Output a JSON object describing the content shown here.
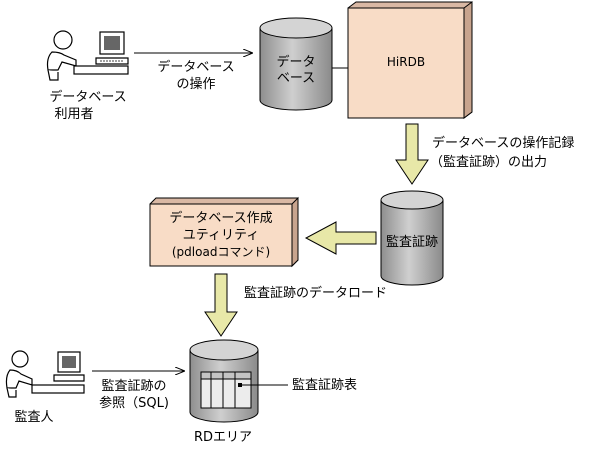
{
  "actors": {
    "db_user_line1": "データベース",
    "db_user_line2": "利用者",
    "auditor": "監査人"
  },
  "database": {
    "line1": "データ",
    "line2": "ベース"
  },
  "hirdb": "HiRDB",
  "arrows": {
    "db_operation_line1": "データベース",
    "db_operation_line2": "の操作",
    "audit_output_line1": "データベースの操作記録",
    "audit_output_line2": "（監査証跡）の出力",
    "audit_load": "監査証跡のデータロード",
    "audit_ref_line1": "監査証跡の",
    "audit_ref_line2": "参照（SQL)"
  },
  "audit_trail": "監査証跡",
  "utility": {
    "line1": "データベース作成",
    "line2": "ユティリティ",
    "line3": "(pdloadコマンド)"
  },
  "rd_area": "RDエリア",
  "audit_table": "監査証跡表",
  "colors": {
    "box_fill": "#f8dcc6",
    "arrow_fill": "#e8e8a8",
    "cylinder_top": "#d4d4d4",
    "cylinder_body": "#a8a8a8"
  }
}
